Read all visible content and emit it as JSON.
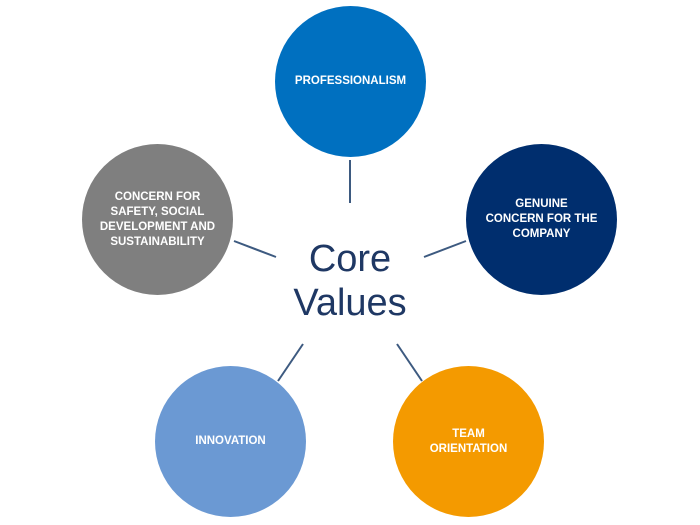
{
  "center": {
    "line1": "Core",
    "line2": "Values"
  },
  "values": [
    {
      "label": "PROFESSIONALISM",
      "color": "#0070c0"
    },
    {
      "label": "GENUINE CONCERN FOR THE COMPANY",
      "color": "#002e6e"
    },
    {
      "label": "TEAM ORIENTATION",
      "color": "#f49a00"
    },
    {
      "label": "INNOVATION",
      "color": "#6b99d3"
    },
    {
      "label": "CONCERN FOR SAFETY, SOCIAL DEVELOPMENT AND SUSTAINABILITY",
      "color": "#7f7f7f"
    }
  ],
  "connector_color": "#3d5a80",
  "center_text_color": "#1f3864"
}
